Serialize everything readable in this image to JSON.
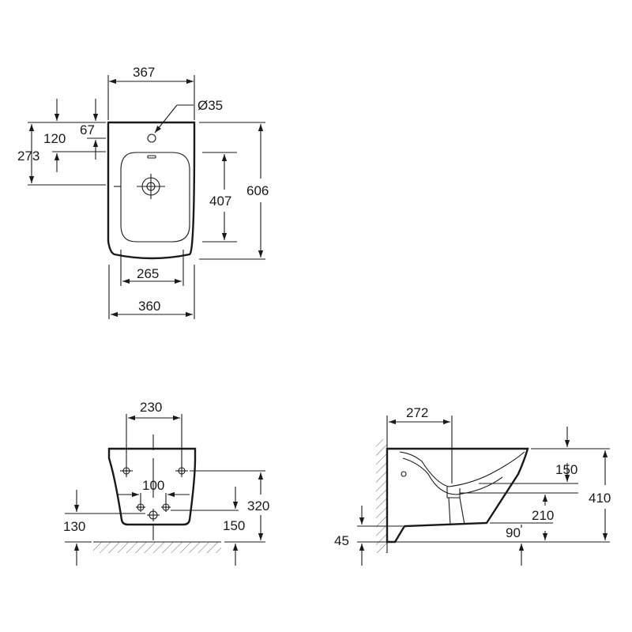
{
  "top_view": {
    "width_top": "367",
    "hole_diameter": "Ø35",
    "dim_120": "120",
    "dim_67": "67",
    "dim_273": "273",
    "bowl_length": "407",
    "total_length": "606",
    "bowl_width": "265",
    "width_bottom": "360"
  },
  "rear_view": {
    "bolt_spacing_top": "230",
    "bolt_spacing_bottom": "100",
    "height_320": "320",
    "height_130": "130",
    "height_150": "150"
  },
  "side_view": {
    "depth_272": "272",
    "dim_150": "150",
    "height_410": "410",
    "dim_210": "210",
    "dim_90": "90",
    "dim_45": "45"
  }
}
